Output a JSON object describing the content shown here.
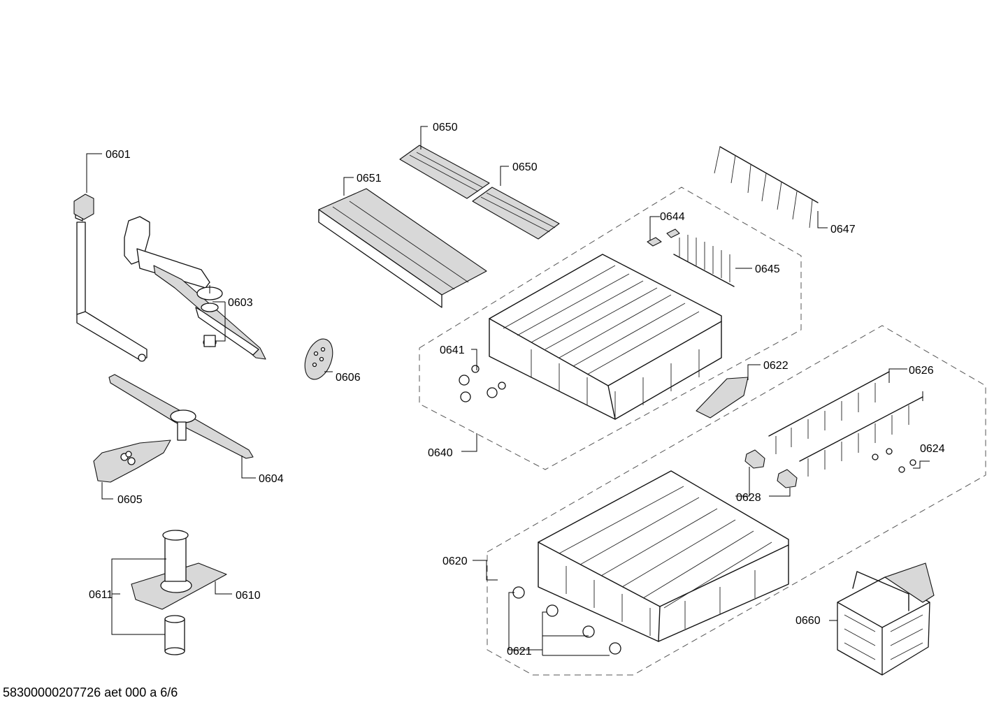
{
  "diagram": {
    "labels": {
      "l0601": "0601",
      "l0603": "0603",
      "l0604": "0604",
      "l0605": "0605",
      "l0606": "0606",
      "l0610": "0610",
      "l0611": "0611",
      "l0620": "0620",
      "l0621": "0621",
      "l0622": "0622",
      "l0624": "0624",
      "l0626": "0626",
      "l0628": "0628",
      "l0640": "0640",
      "l0641": "0641",
      "l0644": "0644",
      "l0645": "0645",
      "l0647": "0647",
      "l0650a": "0650",
      "l0650b": "0650",
      "l0651": "0651",
      "l0660": "0660"
    },
    "footer": "58300000207726 aet 000 a 6/6"
  }
}
